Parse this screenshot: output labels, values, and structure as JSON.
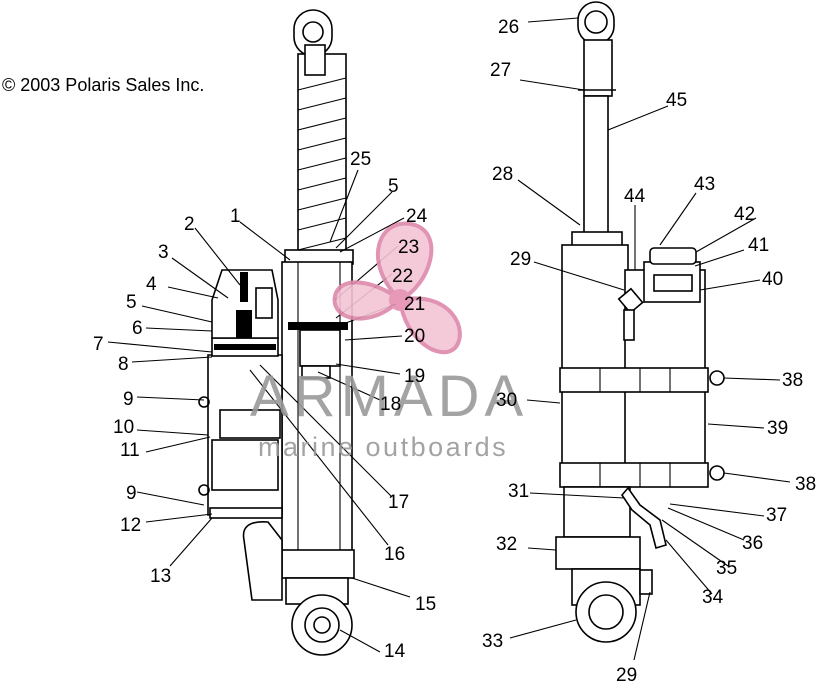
{
  "copyright": "© 2003 Polaris Sales Inc.",
  "watermark": {
    "brand": "ARMADA",
    "tagline": "marine outboards"
  },
  "callouts": {
    "l1": "1",
    "l2": "2",
    "l3": "3",
    "l4": "4",
    "l5a": "5",
    "l5b": "5",
    "l6": "6",
    "l7": "7",
    "l8": "8",
    "l9a": "9",
    "l9b": "9",
    "l10": "10",
    "l11": "11",
    "l12": "12",
    "l13": "13",
    "l14": "14",
    "l15": "15",
    "l16": "16",
    "l17": "17",
    "l18": "18",
    "l19": "19",
    "l20": "20",
    "l21": "21",
    "l22": "22",
    "l23": "23",
    "l24": "24",
    "l25": "25",
    "l26": "26",
    "l27": "27",
    "l28": "28",
    "l29a": "29",
    "l29b": "29",
    "l30": "30",
    "l31": "31",
    "l32": "32",
    "l33": "33",
    "l34": "34",
    "l35": "35",
    "l36": "36",
    "l37": "37",
    "l38a": "38",
    "l38b": "38",
    "l39": "39",
    "l40": "40",
    "l41": "41",
    "l42": "42",
    "l43": "43",
    "l44": "44",
    "l45": "45"
  }
}
